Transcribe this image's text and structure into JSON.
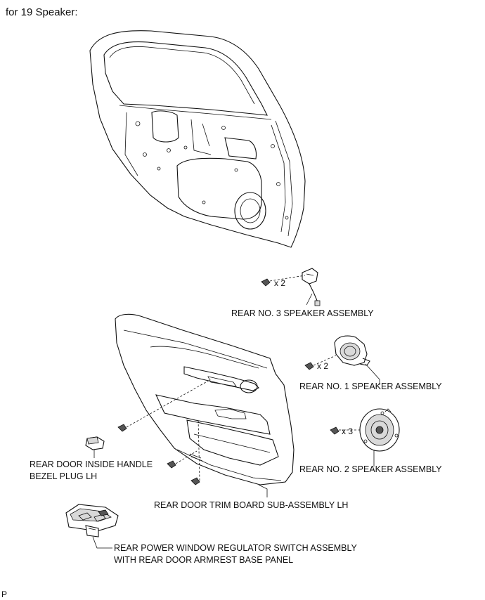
{
  "header": {
    "title": "for 19 Speaker:"
  },
  "labels": {
    "rear_no3_speaker": "REAR NO. 3 SPEAKER ASSEMBLY",
    "rear_no1_speaker": "REAR NO. 1 SPEAKER ASSEMBLY",
    "rear_no2_speaker": "REAR NO. 2 SPEAKER ASSEMBLY",
    "bezel_plug_line1": "REAR DOOR INSIDE HANDLE",
    "bezel_plug_line2": "BEZEL PLUG LH",
    "trim_board": "REAR DOOR TRIM BOARD SUB-ASSEMBLY LH",
    "switch_line1": "REAR POWER WINDOW REGULATOR SWITCH ASSEMBLY",
    "switch_line2": "WITH REAR DOOR ARMREST BASE PANEL"
  },
  "quantities": {
    "no3_screws": "x 2",
    "no1_screws": "x 2",
    "no2_screws": "x 3"
  },
  "footer": {
    "mark": "P"
  }
}
